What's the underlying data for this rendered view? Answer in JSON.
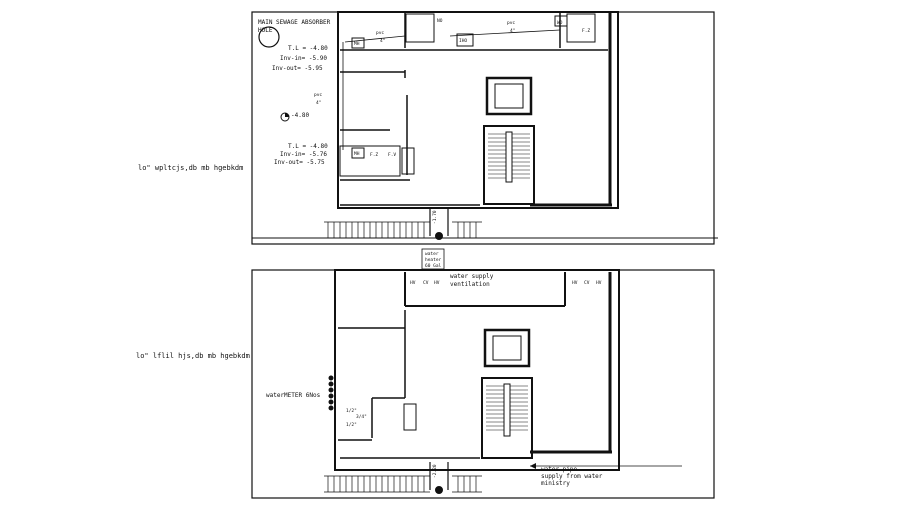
{
  "top_plan": {
    "caption": "lo\" wpltcjs,db mb hgebkdm",
    "main_sewage_line1": "MAIN SEWAGE ABSORBER",
    "main_sewage_line2": "HOLE",
    "mh_upper": "MH",
    "tl_upper": "T.L = -4.80",
    "inv_in_upper": "Inv-in= -5.90",
    "inv_out_upper": "Inv-out= -5.95",
    "pvc_1": "pvc",
    "pvc_1_dim": "4\"",
    "pvc_2": "pvc",
    "pvc_2_dim": "4\"",
    "pvc_3": "pvc",
    "pvc_3_dim": "4\"",
    "level_mark": "-4.80",
    "mh_lower": "MH",
    "tl_lower": "T.L = -4.80",
    "inv_in_lower": "Inv-in= -5.76",
    "inv_out_lower": "Inv-out= -5.75",
    "fixture_fz": "F.Z",
    "fixture_fv": "F.V",
    "fixture_fz2": "F.Z",
    "box_right": "WD",
    "box_left": "NO",
    "box_center": "IHO",
    "stair_level": "-1.70"
  },
  "middle_note": {
    "line1": "water",
    "line2": "heater",
    "line3": "60 Gal"
  },
  "bottom_plan": {
    "caption": "lo\" lflil hjs,db mb hgebkdm",
    "water_supply": "water supply",
    "ventilation": "ventilation",
    "water_meter": "waterMETER 6Nos",
    "water_pipe_1": "water pipe",
    "water_pipe_2": "supply from water",
    "water_pipe_3": "ministry",
    "stair_level": "-2.20",
    "fixture_1": "1/2\"",
    "fixture_2": "3/4\"",
    "fixture_3": "1/2\"",
    "fix_a": "HV",
    "fix_b": "CV",
    "fix_c": "HV",
    "fix_d": "HV",
    "fix_e": "CV",
    "fix_f": "HV"
  }
}
